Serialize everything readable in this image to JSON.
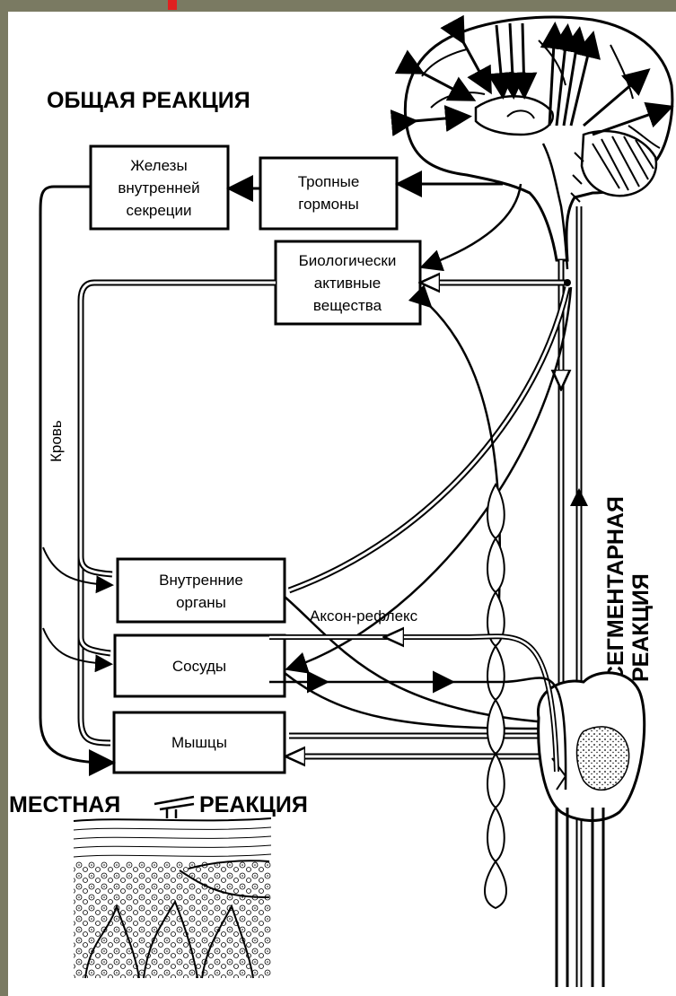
{
  "diagram": {
    "headings": {
      "general": "ОБЩАЯ РЕАКЦИЯ",
      "segmental_line1": "СЕГМЕНТАРНАЯ",
      "segmental_line2": "РЕАКЦИЯ",
      "local_left": "МЕСТНАЯ",
      "local_right": "РЕАКЦИЯ"
    },
    "boxes": {
      "glands": [
        "Железы",
        "внутренней",
        "секреции"
      ],
      "tropic": [
        "Тропные",
        "гормоны"
      ],
      "bio": [
        "Биологически",
        "активные",
        "вещества"
      ],
      "organs": [
        "Внутренние",
        "органы"
      ],
      "vessels": [
        "Сосуды"
      ],
      "muscles": [
        "Мышцы"
      ]
    },
    "labels": {
      "blood": "Кровь",
      "axon_reflex": "Аксон-рефлекс"
    }
  },
  "colors": {
    "accent": "#e02020",
    "frame": "#7a7a62",
    "ink": "#000000"
  }
}
